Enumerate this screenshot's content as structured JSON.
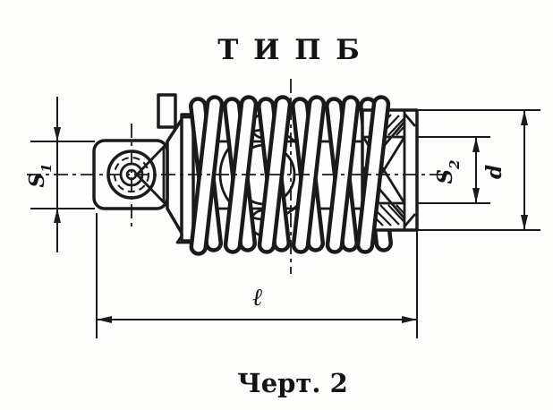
{
  "page": {
    "background": "#fefefd",
    "ink_color": "#1a1a1a"
  },
  "figure": {
    "title": "Т И П  Б",
    "caption": "Черт. 2"
  },
  "dimension_labels": {
    "s1_base": "S",
    "s1_sub": "1",
    "s2_base": "S",
    "s2_sub": "2",
    "outer_diameter": "d",
    "length": "ℓ"
  }
}
